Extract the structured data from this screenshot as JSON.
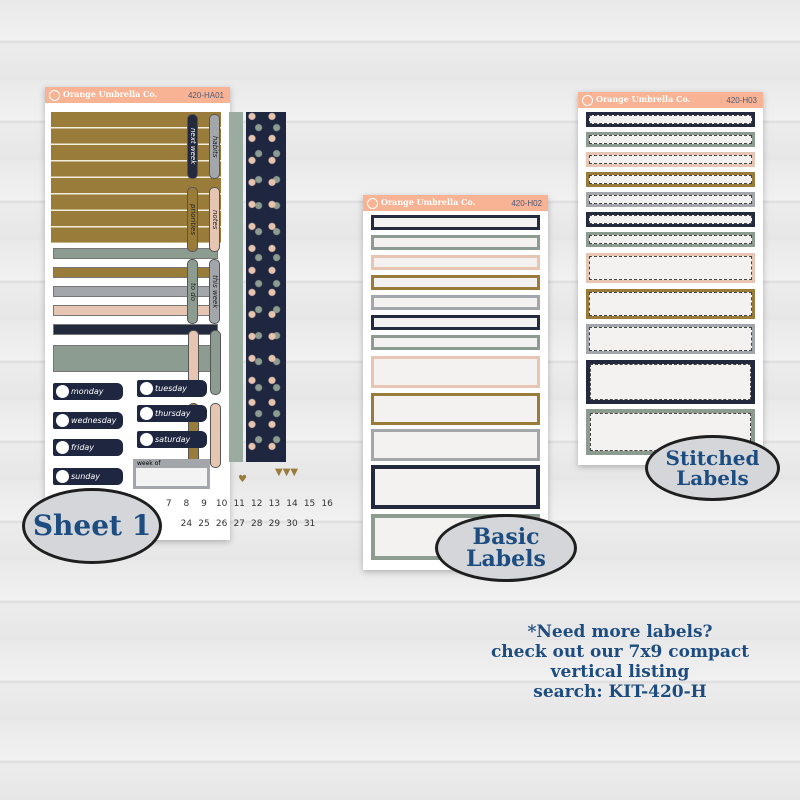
{
  "brand": "Orange Umbrella Co.",
  "sheet1": {
    "code": "420-HA01",
    "vertical_labels": [
      "next week",
      "habits",
      "priorities",
      "notes",
      "to do",
      "this week"
    ],
    "days": [
      "monday",
      "tuesday",
      "wednesday",
      "thursday",
      "friday",
      "saturday",
      "sunday"
    ],
    "week_of": "week of",
    "numbers_row1": [
      "7",
      "8",
      "9",
      "10",
      "11",
      "12",
      "13",
      "14",
      "15",
      "16"
    ],
    "numbers_row2": [
      "24",
      "25",
      "26",
      "27",
      "28",
      "29",
      "30",
      "31"
    ]
  },
  "sheet2": {
    "code": "420-H02"
  },
  "sheet3": {
    "code": "420-H03"
  },
  "badges": {
    "sheet1": "Sheet 1",
    "basic": "Basic Labels",
    "stitched": "Stitched Labels"
  },
  "note": [
    "*Need more labels?",
    "check out our 7x9 compact",
    "vertical listing",
    "search: KIT-420-H"
  ]
}
